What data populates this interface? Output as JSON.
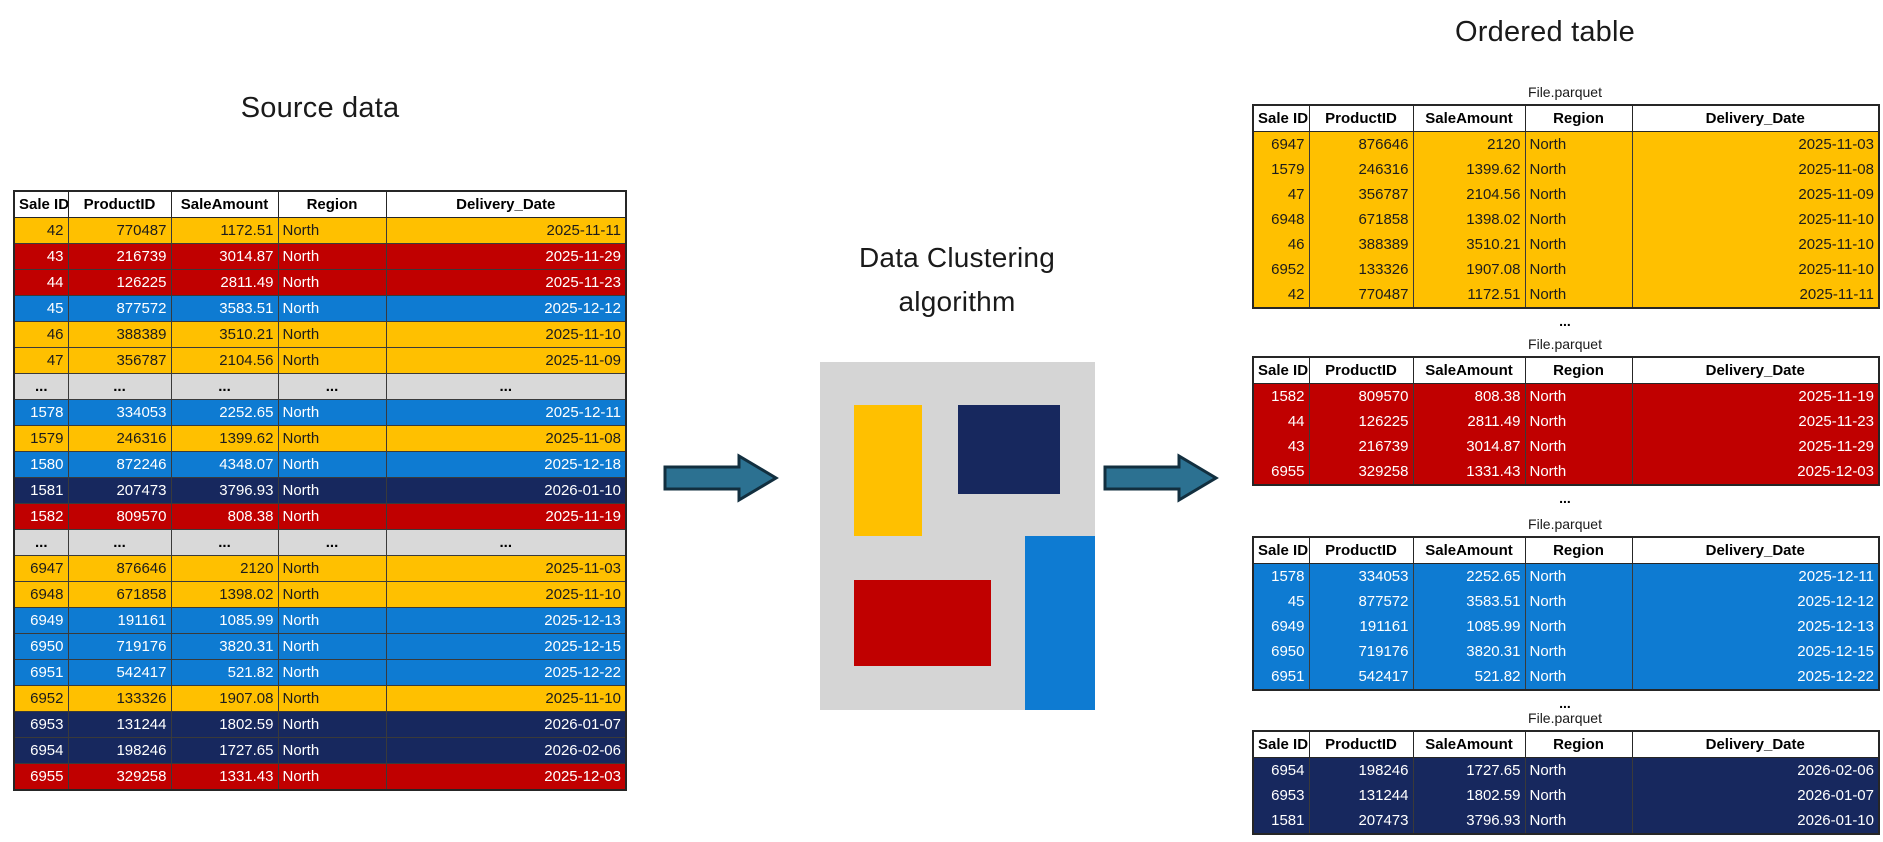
{
  "titles": {
    "source": "Source data",
    "clustering": "Data Clustering algorithm",
    "ordered": "Ordered table"
  },
  "table_columns": [
    "Sale ID",
    "ProductID",
    "SaleAmount",
    "Region",
    "Delivery_Date"
  ],
  "ellipsis_text": "...",
  "file_label": "File.parquet",
  "source_table": {
    "rows": [
      {
        "color": "yellow",
        "cells": [
          "42",
          "770487",
          "1172.51",
          "North",
          "2025-11-11"
        ]
      },
      {
        "color": "red",
        "cells": [
          "43",
          "216739",
          "3014.87",
          "North",
          "2025-11-29"
        ]
      },
      {
        "color": "red",
        "cells": [
          "44",
          "126225",
          "2811.49",
          "North",
          "2025-11-23"
        ]
      },
      {
        "color": "blue",
        "cells": [
          "45",
          "877572",
          "3583.51",
          "North",
          "2025-12-12"
        ]
      },
      {
        "color": "yellow",
        "cells": [
          "46",
          "388389",
          "3510.21",
          "North",
          "2025-11-10"
        ]
      },
      {
        "color": "yellow",
        "cells": [
          "47",
          "356787",
          "2104.56",
          "North",
          "2025-11-09"
        ]
      },
      {
        "type": "ellipsis"
      },
      {
        "color": "blue",
        "cells": [
          "1578",
          "334053",
          "2252.65",
          "North",
          "2025-12-11"
        ]
      },
      {
        "color": "yellow",
        "cells": [
          "1579",
          "246316",
          "1399.62",
          "North",
          "2025-11-08"
        ]
      },
      {
        "color": "blue",
        "cells": [
          "1580",
          "872246",
          "4348.07",
          "North",
          "2025-12-18"
        ]
      },
      {
        "color": "navy",
        "cells": [
          "1581",
          "207473",
          "3796.93",
          "North",
          "2026-01-10"
        ]
      },
      {
        "color": "red",
        "cells": [
          "1582",
          "809570",
          "808.38",
          "North",
          "2025-11-19"
        ]
      },
      {
        "type": "ellipsis"
      },
      {
        "color": "yellow",
        "cells": [
          "6947",
          "876646",
          "2120",
          "North",
          "2025-11-03"
        ]
      },
      {
        "color": "yellow",
        "cells": [
          "6948",
          "671858",
          "1398.02",
          "North",
          "2025-11-10"
        ]
      },
      {
        "color": "blue",
        "cells": [
          "6949",
          "191161",
          "1085.99",
          "North",
          "2025-12-13"
        ]
      },
      {
        "color": "blue",
        "cells": [
          "6950",
          "719176",
          "3820.31",
          "North",
          "2025-12-15"
        ]
      },
      {
        "color": "blue",
        "cells": [
          "6951",
          "542417",
          "521.82",
          "North",
          "2025-12-22"
        ]
      },
      {
        "color": "yellow",
        "cells": [
          "6952",
          "133326",
          "1907.08",
          "North",
          "2025-11-10"
        ]
      },
      {
        "color": "navy",
        "cells": [
          "6953",
          "131244",
          "1802.59",
          "North",
          "2026-01-07"
        ]
      },
      {
        "color": "navy",
        "cells": [
          "6954",
          "198246",
          "1727.65",
          "North",
          "2026-02-06"
        ]
      },
      {
        "color": "red",
        "cells": [
          "6955",
          "329258",
          "1331.43",
          "North",
          "2025-12-03"
        ]
      }
    ]
  },
  "parquet_tables": [
    {
      "label": "File.parquet",
      "color": "yellow",
      "ellipsis_after": true,
      "rows": [
        [
          "6947",
          "876646",
          "2120",
          "North",
          "2025-11-03"
        ],
        [
          "1579",
          "246316",
          "1399.62",
          "North",
          "2025-11-08"
        ],
        [
          "47",
          "356787",
          "2104.56",
          "North",
          "2025-11-09"
        ],
        [
          "6948",
          "671858",
          "1398.02",
          "North",
          "2025-11-10"
        ],
        [
          "46",
          "388389",
          "3510.21",
          "North",
          "2025-11-10"
        ],
        [
          "6952",
          "133326",
          "1907.08",
          "North",
          "2025-11-10"
        ],
        [
          "42",
          "770487",
          "1172.51",
          "North",
          "2025-11-11"
        ]
      ]
    },
    {
      "label": "File.parquet",
      "color": "red",
      "ellipsis_after": true,
      "rows": [
        [
          "1582",
          "809570",
          "808.38",
          "North",
          "2025-11-19"
        ],
        [
          "44",
          "126225",
          "2811.49",
          "North",
          "2025-11-23"
        ],
        [
          "43",
          "216739",
          "3014.87",
          "North",
          "2025-11-29"
        ],
        [
          "6955",
          "329258",
          "1331.43",
          "North",
          "2025-12-03"
        ]
      ]
    },
    {
      "label": "File.parquet",
      "color": "blue",
      "ellipsis_after": true,
      "rows": [
        [
          "1578",
          "334053",
          "2252.65",
          "North",
          "2025-12-11"
        ],
        [
          "45",
          "877572",
          "3583.51",
          "North",
          "2025-12-12"
        ],
        [
          "6949",
          "191161",
          "1085.99",
          "North",
          "2025-12-13"
        ],
        [
          "6950",
          "719176",
          "3820.31",
          "North",
          "2025-12-15"
        ],
        [
          "6951",
          "542417",
          "521.82",
          "North",
          "2025-12-22"
        ]
      ]
    },
    {
      "label": "File.parquet",
      "color": "navy",
      "ellipsis_after": false,
      "rows": [
        [
          "6954",
          "198246",
          "1727.65",
          "North",
          "2026-02-06"
        ],
        [
          "6953",
          "131244",
          "1802.59",
          "North",
          "2026-01-07"
        ],
        [
          "1581",
          "207473",
          "3796.93",
          "North",
          "2026-01-10"
        ]
      ]
    }
  ],
  "colors": {
    "yellow": "#FFC000",
    "red": "#C00000",
    "blue": "#0E7BD2",
    "navy": "#17285E",
    "ellipsis_row_bg": "#D9D9D9",
    "cluster_box_bg": "#D5D5D5",
    "arrow_fill": "#2C7191",
    "arrow_stroke": "#122F3F"
  }
}
